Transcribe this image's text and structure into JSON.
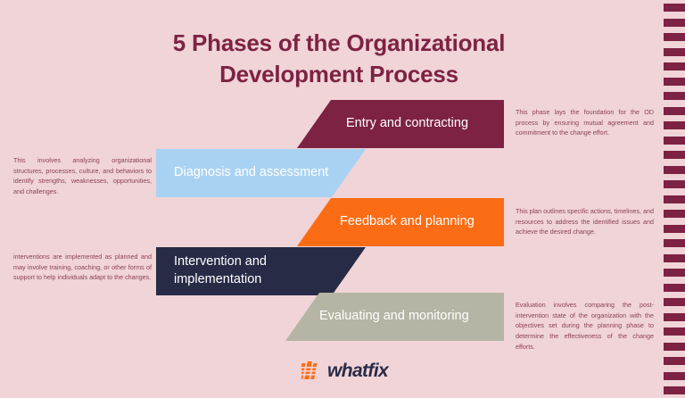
{
  "page": {
    "background_color": "#f0d4d7",
    "title": "5 Phases of the Organizational\nDevelopment Process",
    "title_color": "#7d2243"
  },
  "phases": [
    {
      "label": "Entry and contracting",
      "color": "#7d2243",
      "side": "right",
      "description": "This phase lays the foundation for the OD process by ensuring mutual agreement and commitment to the change effort."
    },
    {
      "label": "Diagnosis and assessment",
      "color": "#a9d2f2",
      "side": "left",
      "description": "This involves analyzing organizational structures, processes, culture, and behaviors to identify strengths, weaknesses, opportunities, and challenges."
    },
    {
      "label": "Feedback and planning",
      "color": "#fc6c14",
      "side": "right",
      "description": "This plan outlines specific actions, timelines, and resources to address the identified issues and achieve the desired change."
    },
    {
      "label": "Intervention and\nimplementation",
      "color": "#282b46",
      "side": "left",
      "description": "interventions are implemented as planned and may involve training, coaching, or other forms of support to help individuals adapt to the changes."
    },
    {
      "label": "Evaluating and monitoring",
      "color": "#b4b5a4",
      "side": "right",
      "description": "Evaluation involves comparing the post-intervention state of the organization with the objectives set during the planning phase to determine the effectiveness of the change efforts."
    }
  ],
  "decoration": {
    "dash_count": 27,
    "dash_color": "#7d2243"
  },
  "logo": {
    "text": "whatfix",
    "mark_color": "#fc6c14",
    "text_color": "#2a2b47"
  }
}
